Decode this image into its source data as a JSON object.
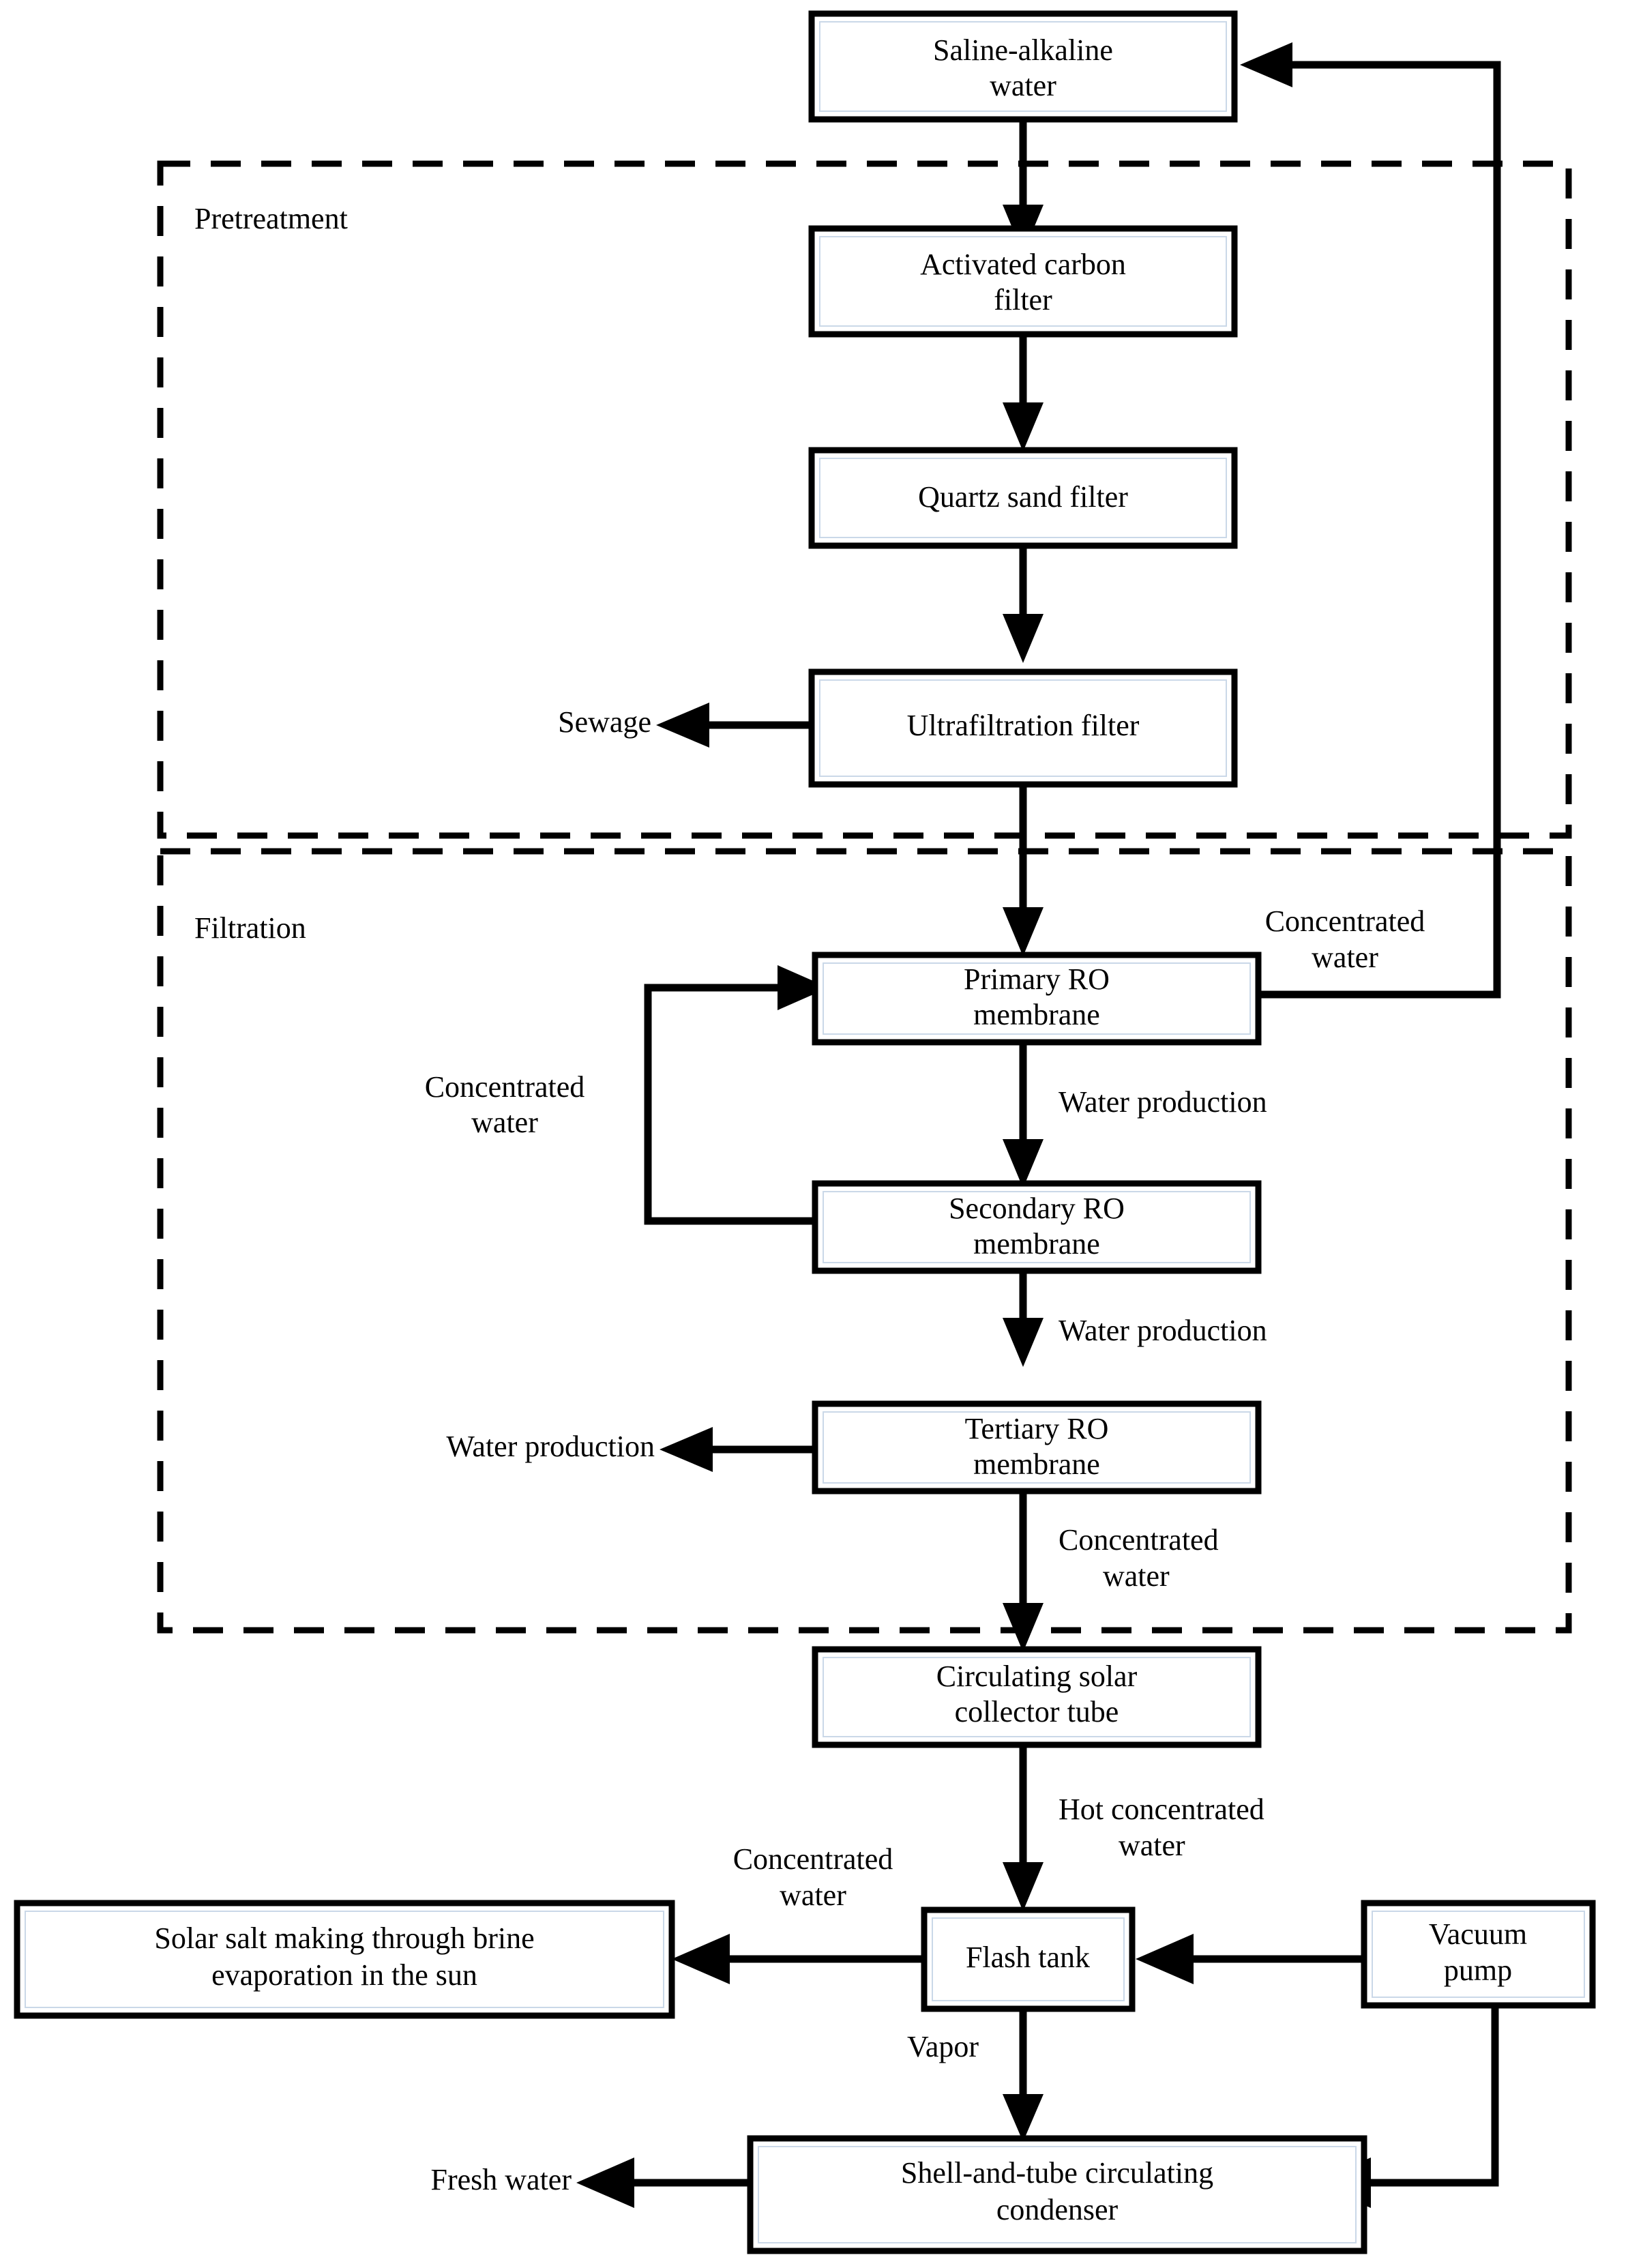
{
  "diagram": {
    "title_visible": false,
    "colors": {
      "stroke": "#000000",
      "fill": "#ffffff",
      "inner_tint": "#9fb9d6"
    },
    "groups": [
      {
        "id": "pretreatment",
        "label": "Pretreatment"
      },
      {
        "id": "filtration",
        "label": "Filtration"
      }
    ],
    "nodes": [
      {
        "id": "saline",
        "label_line1": "Saline-alkaline",
        "label_line2": "water"
      },
      {
        "id": "carbon",
        "label_line1": "Activated carbon",
        "label_line2": "filter"
      },
      {
        "id": "quartz",
        "label_line1": "Quartz sand filter",
        "label_line2": ""
      },
      {
        "id": "ultra",
        "label_line1": "Ultrafiltration filter",
        "label_line2": ""
      },
      {
        "id": "ro1",
        "label_line1": "Primary RO",
        "label_line2": "membrane"
      },
      {
        "id": "ro2",
        "label_line1": "Secondary RO",
        "label_line2": "membrane"
      },
      {
        "id": "ro3",
        "label_line1": "Tertiary RO",
        "label_line2": "membrane"
      },
      {
        "id": "collector",
        "label_line1": "Circulating solar",
        "label_line2": "collector tube"
      },
      {
        "id": "flash",
        "label_line1": "Flash tank",
        "label_line2": ""
      },
      {
        "id": "vacuum",
        "label_line1": "Vacuum",
        "label_line2": "pump"
      },
      {
        "id": "saltmaking",
        "label_line1": "Solar salt making through brine",
        "label_line2": "evaporation in the sun"
      },
      {
        "id": "condenser",
        "label_line1": "Shell-and-tube circulating",
        "label_line2": "condenser"
      }
    ],
    "terminals": [
      {
        "id": "sewage",
        "label": "Sewage"
      },
      {
        "id": "water_out",
        "label": "Water production"
      },
      {
        "id": "fresh_water",
        "label": "Fresh water"
      }
    ],
    "edge_labels": {
      "ro1_recycle_right_line1": "Concentrated",
      "ro1_recycle_right_line2": "water",
      "ro2_recycle_left_line1": "Concentrated",
      "ro2_recycle_left_line2": "water",
      "ro1_to_ro2": "Water production",
      "ro2_to_ro3": "Water production",
      "ro3_to_collector_line1": "Concentrated",
      "ro3_to_collector_line2": "water",
      "collector_to_flash_line1": "Hot concentrated",
      "collector_to_flash_line2": "water",
      "flash_to_salt_line1": "Concentrated",
      "flash_to_salt_line2": "water",
      "flash_to_condenser": "Vapor"
    }
  }
}
